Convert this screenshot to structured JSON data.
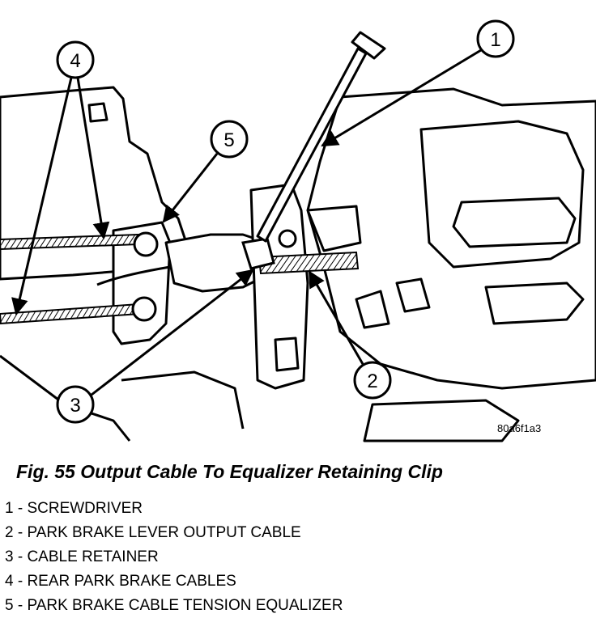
{
  "figure": {
    "caption": "Fig. 55 Output Cable To Equalizer Retaining Clip",
    "code": "80a6f1a3"
  },
  "callouts": [
    "1",
    "2",
    "3",
    "4",
    "5"
  ],
  "legend": [
    {
      "text": "1 - SCREWDRIVER"
    },
    {
      "text": "2 - PARK BRAKE LEVER OUTPUT CABLE"
    },
    {
      "text": "3 - CABLE RETAINER"
    },
    {
      "text": "4 - REAR PARK BRAKE CABLES"
    },
    {
      "text": "5 - PARK BRAKE CABLE TENSION EQUALIZER"
    }
  ]
}
